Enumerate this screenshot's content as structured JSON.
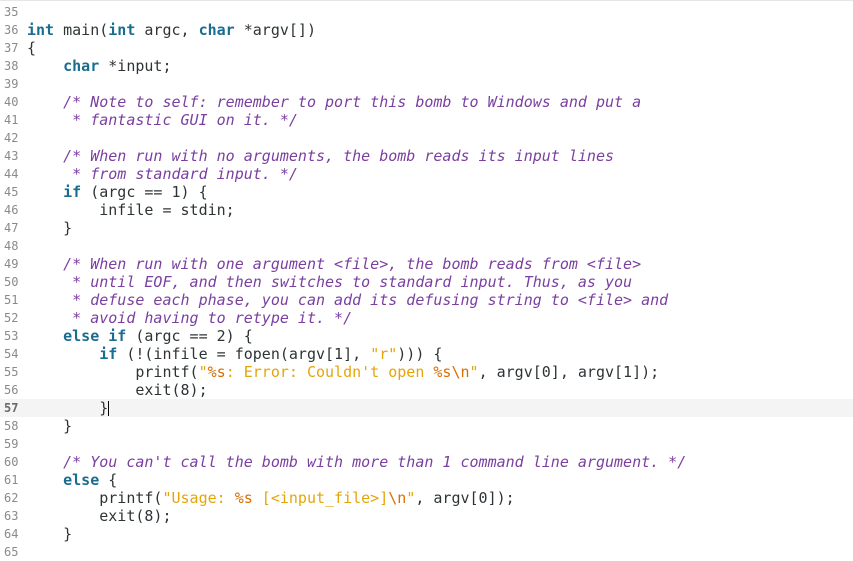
{
  "editor": {
    "cursor_line": "57",
    "lines": [
      {
        "n": "35",
        "t": [
          [
            "p",
            ""
          ]
        ]
      },
      {
        "n": "36",
        "t": [
          [
            "t",
            "int"
          ],
          [
            "p",
            " main("
          ],
          [
            "t",
            "int"
          ],
          [
            "p",
            " argc, "
          ],
          [
            "t",
            "char"
          ],
          [
            "p",
            " *argv[])"
          ]
        ]
      },
      {
        "n": "37",
        "t": [
          [
            "p",
            "{"
          ]
        ]
      },
      {
        "n": "38",
        "t": [
          [
            "p",
            "    "
          ],
          [
            "t",
            "char"
          ],
          [
            "p",
            " *input;"
          ]
        ]
      },
      {
        "n": "39",
        "t": [
          [
            "p",
            ""
          ]
        ]
      },
      {
        "n": "40",
        "t": [
          [
            "p",
            "    "
          ],
          [
            "c",
            "/* Note to self: remember to port this bomb to Windows and put a"
          ]
        ]
      },
      {
        "n": "41",
        "t": [
          [
            "p",
            "     "
          ],
          [
            "c",
            "* fantastic GUI on it. */"
          ]
        ]
      },
      {
        "n": "42",
        "t": [
          [
            "p",
            ""
          ]
        ]
      },
      {
        "n": "43",
        "t": [
          [
            "p",
            "    "
          ],
          [
            "c",
            "/* When run with no arguments, the bomb reads its input lines"
          ]
        ]
      },
      {
        "n": "44",
        "t": [
          [
            "p",
            "     "
          ],
          [
            "c",
            "* from standard input. */"
          ]
        ]
      },
      {
        "n": "45",
        "t": [
          [
            "p",
            "    "
          ],
          [
            "k",
            "if"
          ],
          [
            "p",
            " (argc == 1) {"
          ]
        ]
      },
      {
        "n": "46",
        "t": [
          [
            "p",
            "        infile = stdin;"
          ]
        ]
      },
      {
        "n": "47",
        "t": [
          [
            "p",
            "    }"
          ]
        ]
      },
      {
        "n": "48",
        "t": [
          [
            "p",
            ""
          ]
        ]
      },
      {
        "n": "49",
        "t": [
          [
            "p",
            "    "
          ],
          [
            "c",
            "/* When run with one argument <file>, the bomb reads from <file>"
          ]
        ]
      },
      {
        "n": "50",
        "t": [
          [
            "p",
            "     "
          ],
          [
            "c",
            "* until EOF, and then switches to standard input. Thus, as you"
          ]
        ]
      },
      {
        "n": "51",
        "t": [
          [
            "p",
            "     "
          ],
          [
            "c",
            "* defuse each phase, you can add its defusing string to <file> and"
          ]
        ]
      },
      {
        "n": "52",
        "t": [
          [
            "p",
            "     "
          ],
          [
            "c",
            "* avoid having to retype it. */"
          ]
        ]
      },
      {
        "n": "53",
        "t": [
          [
            "p",
            "    "
          ],
          [
            "k",
            "else if"
          ],
          [
            "p",
            " (argc == 2) {"
          ]
        ]
      },
      {
        "n": "54",
        "t": [
          [
            "p",
            "        "
          ],
          [
            "k",
            "if"
          ],
          [
            "p",
            " (!(infile = fopen(argv[1], "
          ],
          [
            "s",
            "\"r\""
          ],
          [
            "p",
            ")))"
          ],
          [
            "p",
            " {"
          ]
        ]
      },
      {
        "n": "55",
        "t": [
          [
            "p",
            "            printf("
          ],
          [
            "s",
            "\""
          ],
          [
            "e",
            "%s"
          ],
          [
            "s",
            ": Error: Couldn't open "
          ],
          [
            "e",
            "%s\\n"
          ],
          [
            "s",
            "\""
          ],
          [
            "p",
            ", argv[0], argv[1]);"
          ]
        ]
      },
      {
        "n": "56",
        "t": [
          [
            "p",
            "            exit(8);"
          ]
        ]
      },
      {
        "n": "57",
        "t": [
          [
            "p",
            "        }"
          ],
          [
            "cur",
            ""
          ]
        ]
      },
      {
        "n": "58",
        "t": [
          [
            "p",
            "    }"
          ]
        ]
      },
      {
        "n": "59",
        "t": [
          [
            "p",
            ""
          ]
        ]
      },
      {
        "n": "60",
        "t": [
          [
            "p",
            "    "
          ],
          [
            "c",
            "/* You can't call the bomb with more than 1 command line argument. */"
          ]
        ]
      },
      {
        "n": "61",
        "t": [
          [
            "p",
            "    "
          ],
          [
            "k",
            "else"
          ],
          [
            "p",
            " {"
          ]
        ]
      },
      {
        "n": "62",
        "t": [
          [
            "p",
            "        printf("
          ],
          [
            "s",
            "\"Usage: "
          ],
          [
            "e",
            "%s"
          ],
          [
            "s",
            " [<input_file>]"
          ],
          [
            "e",
            "\\n"
          ],
          [
            "s",
            "\""
          ],
          [
            "p",
            ", argv[0]);"
          ]
        ]
      },
      {
        "n": "63",
        "t": [
          [
            "p",
            "        exit(8);"
          ]
        ]
      },
      {
        "n": "64",
        "t": [
          [
            "p",
            "    }"
          ]
        ]
      },
      {
        "n": "65",
        "t": [
          [
            "p",
            ""
          ]
        ]
      }
    ]
  }
}
